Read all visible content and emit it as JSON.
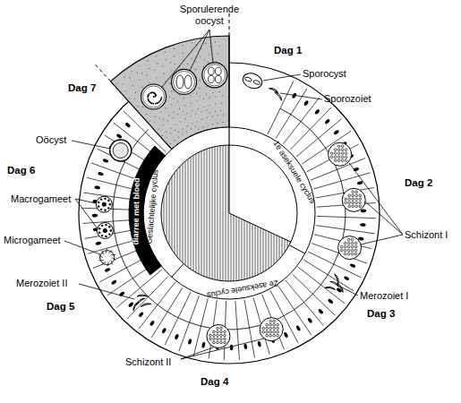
{
  "diagram": {
    "nodes": [
      {
        "text": [
          "diarree met bloed"
        ]
      }
    ],
    "labels": [
      "Sporulerende oocyst",
      "Dag 1",
      "Sporocyst",
      "Sporozoiet",
      "Dag 7",
      "Oöcyst",
      "Dag 6",
      "Macrogameet",
      "Microgameet",
      "Dag 2",
      "Schizont I",
      "Merozoiet I",
      "Dag 3",
      "Merozoiet II",
      "Dag 5",
      "Schizont II",
      "Dag 4",
      "1e aseksuele cyclus",
      "2e aseksuele cyclus",
      "Geslachtelijke cyclus"
    ]
  }
}
